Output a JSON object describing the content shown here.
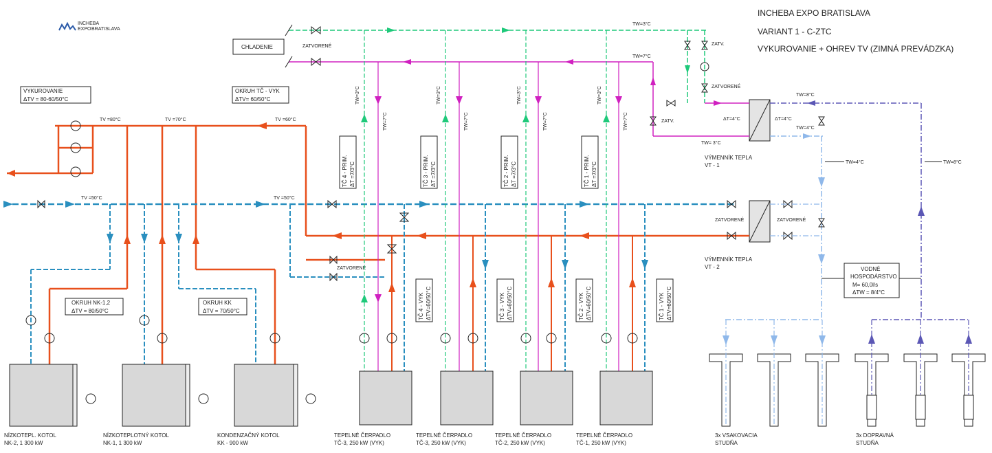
{
  "title": {
    "line1": "INCHEBA EXPO BRATISLAVA",
    "line2": "VARIANT 1  -  C-ZTC",
    "line3": "VYKUROVANIE + OHREV TV (ZIMNÁ PREVÁDZKA)"
  },
  "logo": {
    "line1": "INCHEBA",
    "line2": "EXPO",
    "line3": "BRATISLAVA",
    "color": "#2b5aa8"
  },
  "colors": {
    "hot": "#e8501c",
    "cold": "#2a8fbf",
    "green": "#1ec97a",
    "magenta": "#d020c0",
    "lightblue": "#8fb8ea",
    "navy": "#5b57b5",
    "line": "#222222"
  },
  "labels": {
    "chladenie": "CHLADENIE",
    "zatvorene": "ZATVORENÉ",
    "zatv": "ZATV.",
    "vykurovanie": "VYKUROVANIE",
    "vykurovanie_dt": "ΔTV =  80-60/50°C",
    "okruh_tc": "OKRUH TČ - VYK",
    "okruh_tc_dt": "ΔTV=  60/50°C",
    "okruh_nk": "OKRUH NK-1,2",
    "okruh_nk_dt": "ΔTV =  80/50°C",
    "okruh_kk": "OKRUH KK",
    "okruh_kk_dt": "ΔTV =  70/50°C",
    "vodne1": "VODNÉ",
    "vodne2": "HOSPODÁRSTVO",
    "vodne3": "M= 60,0l/s",
    "vodne4": "ΔTW = 8/4°C",
    "vt1a": "VÝMENNÍK TEPLA",
    "vt1b": "VT - 1",
    "vt2a": "VÝMENNÍK TEPLA",
    "vt2b": "VT - 2",
    "dt4a": "ΔT=4°C",
    "dt4b": "ΔT=4°C"
  },
  "temps": {
    "tv80": "TV =80°C",
    "tv70": "TV =70°C",
    "tv60": "TV =60°C",
    "tv50a": "TV =50°C",
    "tv50b": "TV =50°C",
    "tw3top": "TW=3°C",
    "tw7top": "TW=7°C",
    "tw8": "TW=8°C",
    "tw4": "TW=4°C",
    "tw3b": "TW= 3°C",
    "tw4b": "TW=4°C",
    "tw8b": "TW=8°C",
    "tw3v": "TW=3°C",
    "tw7v": "TW=7°C"
  },
  "heatpumps": [
    {
      "prim": "TČ 4 - PRIM.",
      "prim_dt": "ΔT =7/3°C",
      "vyk": "TČ 4 - VYK",
      "vyk_dt": "ΔTV=60/50°C",
      "cap1": "TEPELNÉ ČERPADLO",
      "cap2": "TČ-3, 250 kW (VYK)"
    },
    {
      "prim": "TČ 3 - PRIM.",
      "prim_dt": "ΔT =7/3°C",
      "vyk": "TČ 3 - VYK",
      "vyk_dt": "ΔTV=60/50°C",
      "cap1": "TEPELNÉ ČERPADLO",
      "cap2": "TČ-3, 250 kW (VYK)"
    },
    {
      "prim": "TČ 2 - PRIM.",
      "prim_dt": "ΔT =7/3°C",
      "vyk": "TČ 2 - VYK",
      "vyk_dt": "ΔTV=60/50°C",
      "cap1": "TEPELNÉ ČERPADLO",
      "cap2": "TČ-2, 250 kW (VYK)"
    },
    {
      "prim": "TČ 1 - PRIM.",
      "prim_dt": "ΔT =7/3°C",
      "vyk": "TČ 1 - VYK",
      "vyk_dt": "ΔTV=60/50°C",
      "cap1": "TEPELNÉ ČERPADLO",
      "cap2": "TČ-1, 250 kW (VYK)"
    }
  ],
  "boilers": [
    {
      "cap1": "NÍZKOTEPL. KOTOL",
      "cap2": "NK-2, 1 300 kW"
    },
    {
      "cap1": "NÍZKOTEPLOTNÝ KOTOL",
      "cap2": "NK-1, 1 300 kW"
    },
    {
      "cap1": "KONDENZAČNÝ KOTOL",
      "cap2": "KK - 900 kW"
    }
  ],
  "wells": [
    {
      "cap1": "3x VSAKOVACIA",
      "cap2": "STUDŇA"
    },
    {
      "cap1": "3x DOPRAVNÁ",
      "cap2": "STUDŇA"
    }
  ]
}
